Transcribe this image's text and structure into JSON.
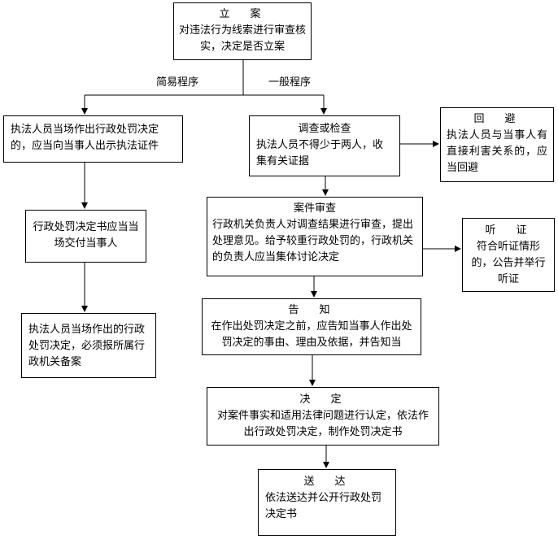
{
  "nodes": {
    "lian": {
      "title": "立　案",
      "text": "对违法行为线索进行审查核实，决定是否立案"
    },
    "jianyi_zhifa": {
      "text": "执法人员当场作出行政处罚决定的，应当向当事人出示执法证件"
    },
    "jianyi_jiaofu": {
      "text": "行政处罚决定书应当当场交付当事人"
    },
    "jianyi_beian": {
      "text": "执法人员当场作出的行政处罚决定，必须报所属行政机关备案"
    },
    "diaocha": {
      "title": "调查或检查",
      "text": "执法人员不得少于两人，收集有关证据"
    },
    "huibi": {
      "title": "回　避",
      "text": "执法人员与当事人有直接利害关系的，应当回避"
    },
    "shencha": {
      "title": "案件审查",
      "text": "行政机关负责人对调查结果进行审查，提出处理意见。给予较重行政处罚的，行政机关的负责人应当集体讨论决定"
    },
    "tingzheng": {
      "title": "听　证",
      "text": "符合听证情形的，公告并举行听证"
    },
    "gaozhi": {
      "title": "告　知",
      "text": "在作出处罚决定之前，应告知当事人作出处罚决定的事由、理由及依据，并告知当"
    },
    "jueding": {
      "title": "决　定",
      "text": "对案件事实和适用法律问题进行认定，依法作出行政处罚决定，制作处罚决定书"
    },
    "songda": {
      "title": "送　达",
      "text": "依法送达并公开行政处罚决定书"
    }
  },
  "edges": {
    "simple_label": "简易程序",
    "general_label": "一般程序"
  }
}
